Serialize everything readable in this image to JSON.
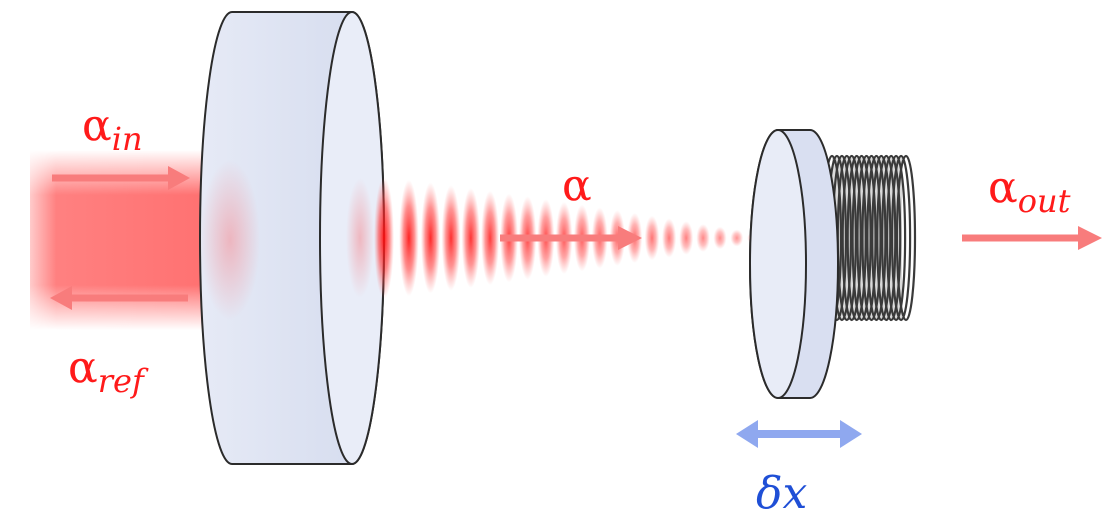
{
  "labels": {
    "alpha_in": {
      "base": "α",
      "sub": "in"
    },
    "alpha_ref": {
      "base": "α",
      "sub": "ref"
    },
    "alpha_cav": {
      "base": "α"
    },
    "alpha_out": {
      "base": "α",
      "sub": "out"
    },
    "delta_x": {
      "text": "δx"
    }
  },
  "colors": {
    "label_red": "#ff1a1a",
    "arrow_red": "#f87c7c",
    "beam_red": "#ff2020",
    "mirror_fill": "#dde3f3",
    "mirror_edge": "#2b2b2b",
    "spring": "#3a3a3a",
    "delta_blue": "#1f4fd6",
    "delta_arrow": "#8fa8ef"
  }
}
